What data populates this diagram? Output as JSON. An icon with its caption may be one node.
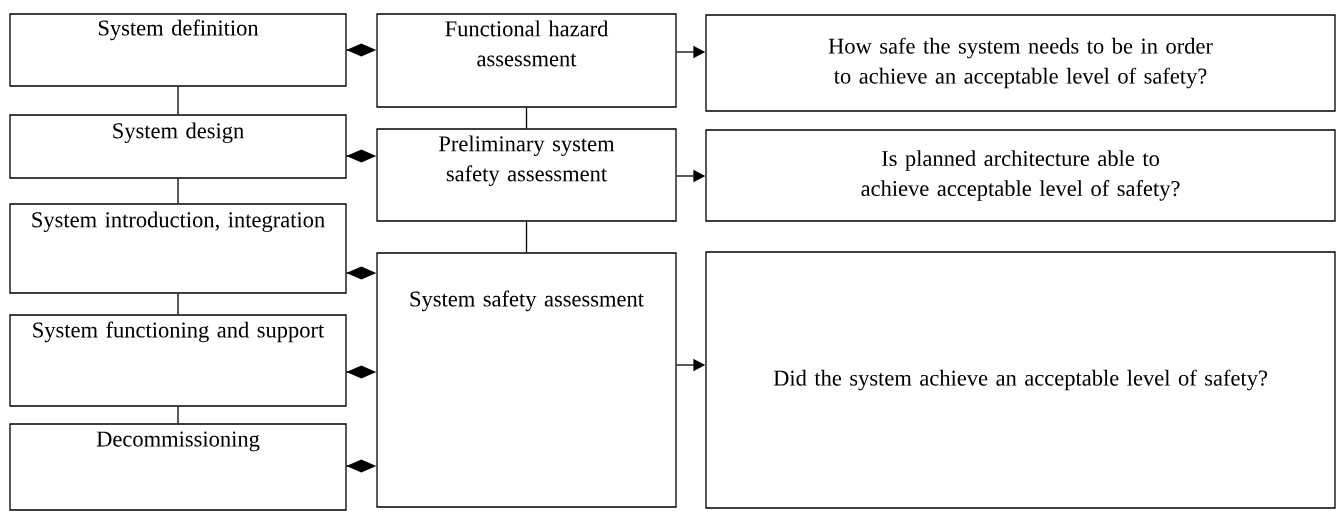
{
  "diagram": {
    "nodes": [
      {
        "text": [
          "System definition"
        ]
      },
      {
        "text": [
          "System design"
        ]
      },
      {
        "text": [
          "System introduction, integration"
        ]
      },
      {
        "text": [
          "System functioning and support"
        ]
      },
      {
        "text": [
          "Decommissioning"
        ]
      },
      {
        "text": [
          "Functional hazard assessment"
        ]
      },
      {
        "text": [
          "Preliminary system safety assessment"
        ]
      },
      {
        "text": [
          "System safety assessment"
        ]
      },
      {
        "text": [
          "How safe the system needs to be in order to achieve an acceptable level of safety?"
        ]
      },
      {
        "text": [
          "Is planned architecture able to achieve acceptable level of safety?"
        ]
      },
      {
        "text": [
          "Did the system achieve an acceptable level of safety?"
        ]
      }
    ],
    "edges": [
      {
        "from": 0,
        "to": 1,
        "arrow": "none"
      },
      {
        "from": 1,
        "to": 2,
        "arrow": "none"
      },
      {
        "from": 2,
        "to": 3,
        "arrow": "none"
      },
      {
        "from": 3,
        "to": 4,
        "arrow": "none"
      },
      {
        "from": 5,
        "to": 6,
        "arrow": "none"
      },
      {
        "from": 6,
        "to": 7,
        "arrow": "none"
      },
      {
        "from": 0,
        "to": 5,
        "arrow": "other"
      },
      {
        "from": 1,
        "to": 6,
        "arrow": "other"
      },
      {
        "from": 2,
        "to": 7,
        "arrow": "other"
      },
      {
        "from": 3,
        "to": 7,
        "arrow": "other"
      },
      {
        "from": 4,
        "to": 7,
        "arrow": "other"
      },
      {
        "from": 5,
        "to": 8,
        "arrow": "to"
      },
      {
        "from": 6,
        "to": 9,
        "arrow": "to"
      },
      {
        "from": 7,
        "to": 10,
        "arrow": "to"
      }
    ]
  }
}
